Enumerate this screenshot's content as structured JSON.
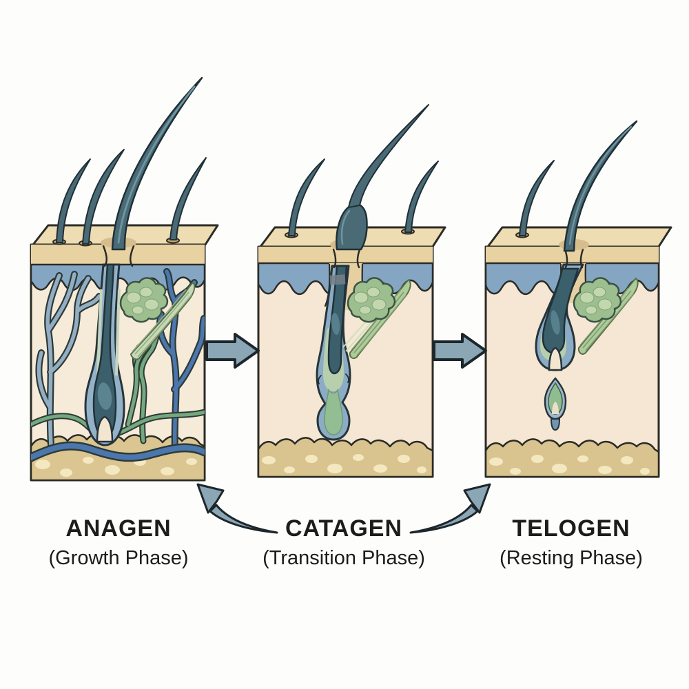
{
  "phases": [
    {
      "name": "ANAGEN",
      "subtitle": "(Growth Phase)"
    },
    {
      "name": "CATAGEN",
      "subtitle": "(Transition Phase)"
    },
    {
      "name": "TELOGEN",
      "subtitle": "(Resting Phase)"
    }
  ],
  "icons": {
    "transition_arrow_1": "right-block-arrow-icon",
    "transition_arrow_2": "right-block-arrow-icon",
    "cycle_arrow_to_anagen": "curved-arrow-up-left-icon",
    "cycle_arrow_to_telogen": "curved-arrow-up-right-icon"
  },
  "palette": {
    "background": "#fdfdfb",
    "outline": "#2b2b26",
    "text": "#1c1c1c",
    "hair": "#4a6a75",
    "hair_dark": "#1f3037",
    "hair_highlight": "#6d94a1",
    "epidermis_top": "#eedcb2",
    "epidermis_front": "#e8d2a2",
    "funnel_shadow": "#d7bc8e",
    "upper_dermis_blue": "#84a6c2",
    "dermis_cream": "#f6ead8",
    "follicle_sheath": "#93b2c8",
    "follicle_interior": "#3b5f6b",
    "matrix_green": "#b8cfad",
    "club_strand_green": "#93bd92",
    "sebaceous_gland": "#9dbf90",
    "arrector_pili": "#bdd3a9",
    "vessel_blue": "#4b77ad",
    "vessel_light_blue": "#93aec2",
    "vessel_green": "#74a87e",
    "subcutis": "#dbc591",
    "fat_globule": "#f4e8c0",
    "arrow_fill": "#8ba7b5",
    "papilla_cream": "#f3e6d0"
  }
}
